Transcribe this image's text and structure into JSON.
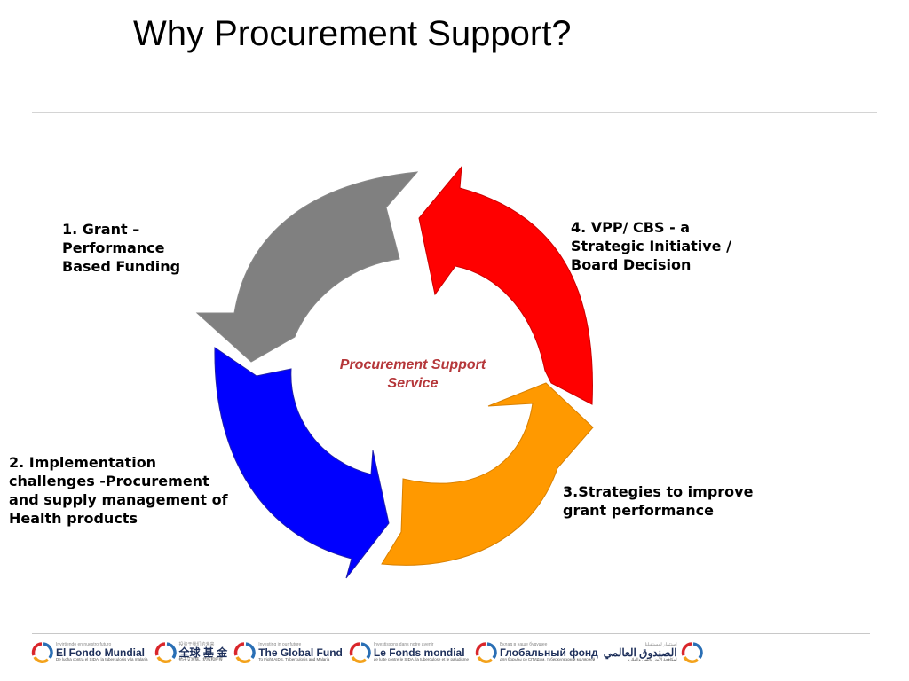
{
  "title": "Why Procurement Support?",
  "diagram": {
    "center_label": "Procurement Support Service",
    "steps": [
      {
        "label_lines": [
          "1. Grant –",
          "Performance",
          "Based Funding"
        ],
        "color": "#808080"
      },
      {
        "label_lines": [
          "2. Implementation",
          "challenges -Procurement",
          "and supply management of",
          "Health products"
        ],
        "color": "#0000ff"
      },
      {
        "label_lines": [
          "3.Strategies to improve",
          "grant performance"
        ],
        "color": "#ff9900"
      },
      {
        "label_lines": [
          "4. VPP/ CBS - a",
          "Strategic Initiative /",
          "Board Decision"
        ],
        "color": "#ff0000"
      }
    ],
    "center_label_color": "#b5373a"
  },
  "footer": {
    "logos": [
      {
        "tag": "Invirtiendo en nuestro futuro",
        "name": "El Fondo Mundial",
        "sub": "De lucha contra el SIDA, la tuberculosis y la malaria"
      },
      {
        "tag": "投资于我们的未来",
        "name": "全球 基 金",
        "sub": "抗击艾滋病、结核和疟疾"
      },
      {
        "tag": "Investing in our future",
        "name": "The Global Fund",
        "sub": "To Fight AIDS, Tuberculosis and Malaria"
      },
      {
        "tag": "Investissons dans notre avenir",
        "name": "Le Fonds mondial",
        "sub": "de lutte contre le SIDA, la tuberculose et le paludisme"
      },
      {
        "tag": "Вклад в наше будущее",
        "name": "Глобальный фонд",
        "sub": "для борьбы со СПИДом, туберкулезом и малярией"
      },
      {
        "tag": "استثمار لمستقبلنا",
        "name": "الصندوق العالمي",
        "sub": "لمكافحة الأيدز والسل والملاريا"
      }
    ]
  }
}
